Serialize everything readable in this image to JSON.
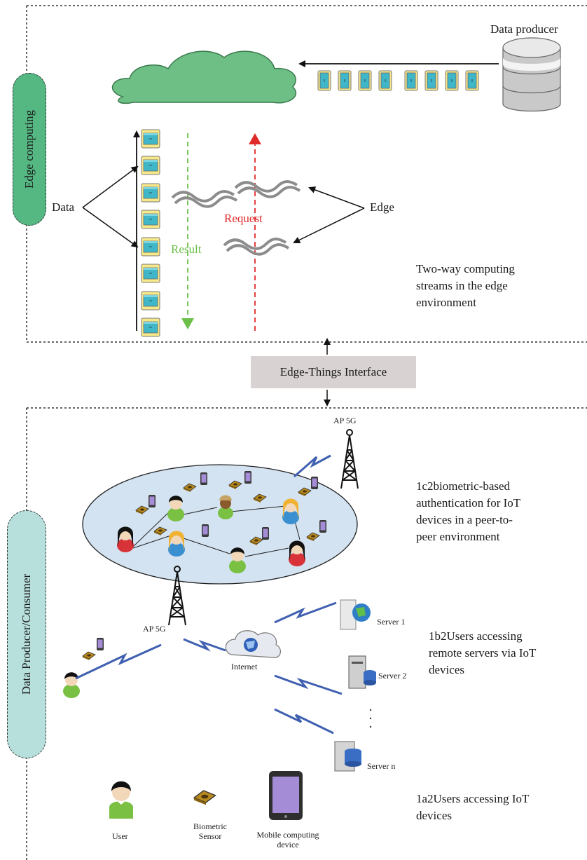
{
  "top_section": {
    "side_label": "Edge computing",
    "data_producer_label": "Data producer",
    "data_label": "Data",
    "edge_label": "Edge",
    "request_label": "Request",
    "result_label": "Result",
    "description": [
      "Two-way computing",
      "streams in the edge",
      "environment"
    ]
  },
  "interface_label": "Edge-Things Interface",
  "bottom_section": {
    "side_label": "Data Producer/Consumer",
    "ap_top_label": "AP 5G",
    "ap_left_label": "AP 5G",
    "internet_label": "Internet",
    "server_labels": [
      "Server 1",
      "Server 2",
      "Server n"
    ],
    "dots": ".",
    "desc_c": [
      "1c2biometric-based",
      "authentication for IoT",
      "devices in a peer-to-",
      "peer environment"
    ],
    "desc_b": [
      "1b2Users accessing",
      "remote servers via IoT",
      "devices"
    ],
    "desc_a": [
      "1a2Users accessing IoT",
      "devices"
    ],
    "legend": {
      "user": "User",
      "sensor": [
        "Biometric",
        "Sensor"
      ],
      "mobile": [
        "Mobile computing",
        "device"
      ]
    }
  },
  "colors": {
    "cloud_green": "#6dbf86",
    "pill_green": "#55b883",
    "pill_teal": "#b7e0dc",
    "request_red": "#e02b2b",
    "result_green": "#6cc04a",
    "ellipse_blue": "#d3e3f1",
    "interface_gray": "#d8d3d2",
    "wave_gray": "#8c8c8c",
    "signal_blue": "#3f5fb0"
  }
}
